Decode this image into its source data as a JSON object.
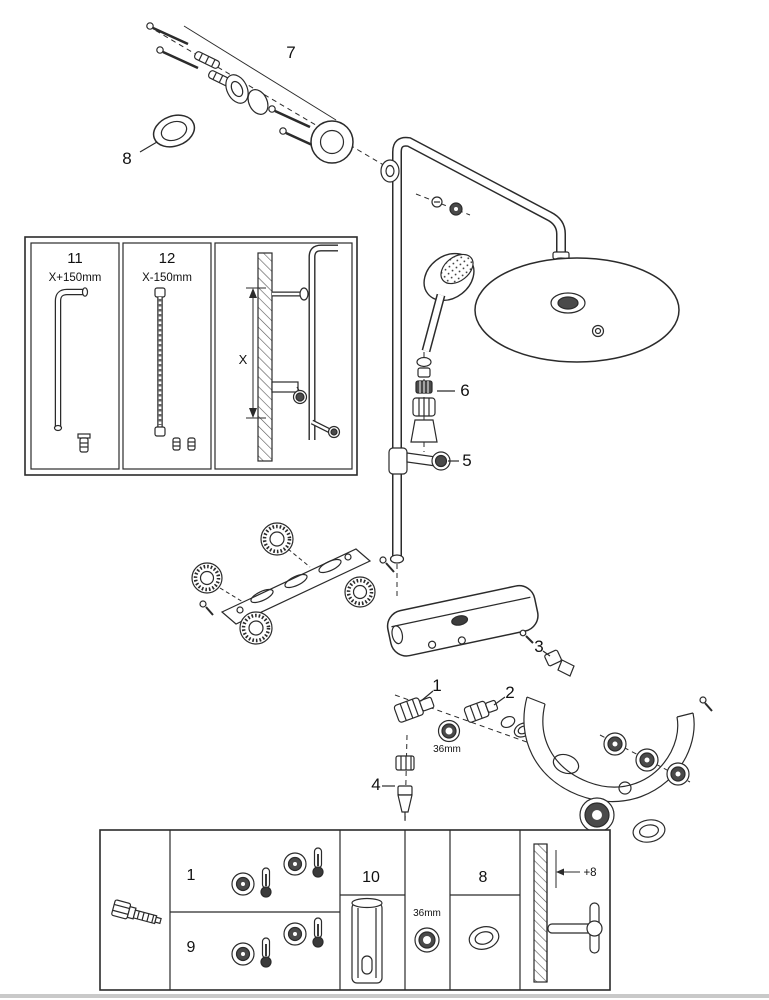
{
  "figure": {
    "background": "#ffffff",
    "line_color": "#2b2b2b",
    "accent_dark": "#4a4a4a",
    "footer_bar_color": "#c9c9c9"
  },
  "callouts": {
    "wall_fixings": "7",
    "escutcheon_ring": "8",
    "hose_nut": "6",
    "slider": "5",
    "check_valve": "3",
    "cartridge_left": "1",
    "cartridge_right": "2",
    "aerator": "4",
    "nut_dimension": "36mm"
  },
  "length_inset": {
    "panel_long": {
      "number": "11",
      "dimension": "X+150mm"
    },
    "panel_short": {
      "number": "12",
      "dimension": "X-150mm"
    },
    "panel_wall": {
      "dimension": "X"
    }
  },
  "parts_inset": {
    "row_top": "1",
    "row_bottom": "9",
    "sleeve_panel": "10",
    "ring_dimension": "36mm",
    "oval_panel": "8",
    "wall_offset": "+8"
  }
}
